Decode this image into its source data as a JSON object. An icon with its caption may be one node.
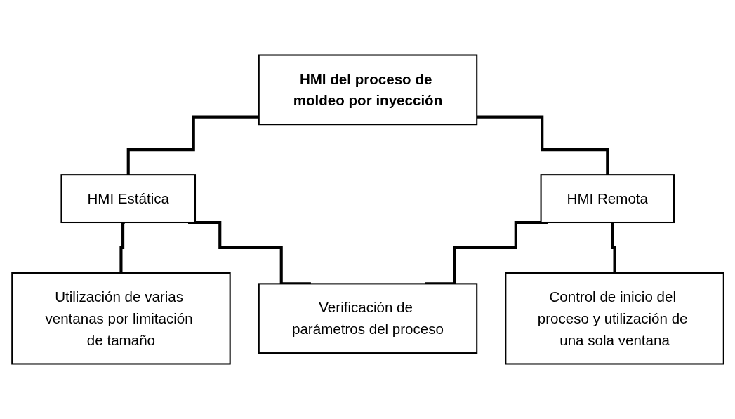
{
  "diagram": {
    "nodes": [
      {
        "text": [
          "HMI del proceso de moldeo por inyección"
        ]
      },
      {
        "text": [
          "HMI Estática"
        ]
      },
      {
        "text": [
          "HMI Remota"
        ]
      },
      {
        "text": [
          "Utilización de varias ventanas por limitación de tamaño"
        ]
      },
      {
        "text": [
          "Verificación de parámetros del proceso"
        ]
      },
      {
        "text": [
          "Control de inicio del proceso y utilización de una sola ventana"
        ]
      }
    ],
    "edges": [
      {
        "from": 0,
        "to": 1,
        "arrow": "none"
      },
      {
        "from": 0,
        "to": 2,
        "arrow": "none"
      },
      {
        "from": 1,
        "to": 3,
        "arrow": "none"
      },
      {
        "from": 1,
        "to": 4,
        "arrow": "none"
      },
      {
        "from": 2,
        "to": 4,
        "arrow": "none"
      },
      {
        "from": 2,
        "to": 5,
        "arrow": "none"
      }
    ]
  }
}
